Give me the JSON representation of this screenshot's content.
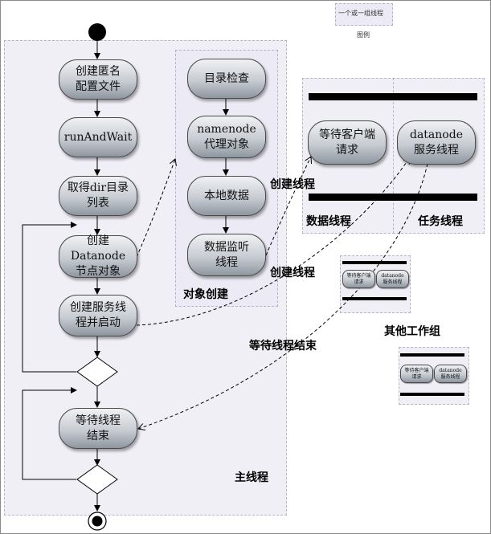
{
  "legend": {
    "item_text": "一个或一组线程",
    "caption": "图例"
  },
  "lanes": {
    "main": "主线程",
    "object_creation": "对象创建",
    "data_thread": "数据线程",
    "task_thread": "任务线程",
    "other_groups": "其他工作组"
  },
  "edges": {
    "create_thread_1": "创建线程",
    "create_thread_2": "创建线程",
    "wait_end": "等待线程结束"
  },
  "main_nodes": {
    "create_anon_config": "创建匿名\n配置文件",
    "run_and_wait": "runAndWait",
    "get_dir_list": "取得dir目录\n列表",
    "create_datanode_obj": "创建Datanode\n节点对象",
    "create_service_thread": "创建服务线\n程并启动",
    "wait_thread_end": "等待线程\n结束"
  },
  "object_nodes": {
    "dir_check": "目录检查",
    "namenode_proxy": "namenode\n代理对象",
    "local_data": "本地数据",
    "data_monitor": "数据监听\n线程"
  },
  "thread_nodes": {
    "wait_client": "等待客户端\n请求",
    "datanode_service": "datanode\n服务线程"
  },
  "group_nodes": {
    "g1_wait_client": "等待客户端\n请求",
    "g1_datanode": "datanode\n服务线程",
    "g2_wait_client": "等待客户端\n请求",
    "g2_datanode": "datanode\n服务线程"
  }
}
